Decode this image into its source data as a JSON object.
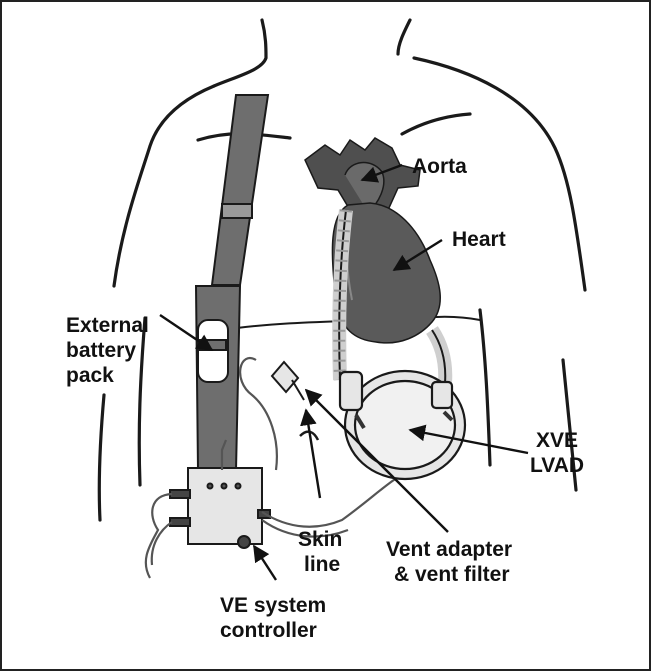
{
  "labels": {
    "aorta": "Aorta",
    "heart": "Heart",
    "battery": [
      "External",
      "battery",
      "pack"
    ],
    "lvad": [
      "XVE",
      "LVAD"
    ],
    "skin_line": [
      "Skin",
      "line"
    ],
    "vent": [
      "Vent adapter",
      "& vent filter"
    ],
    "controller": [
      "VE system",
      "controller"
    ]
  },
  "colors": {
    "outline": "#1a1a1a",
    "heart_fill": "#5a5a5a",
    "strap_fill": "#6e6e6e",
    "device_fill": "#e6e6e6"
  }
}
